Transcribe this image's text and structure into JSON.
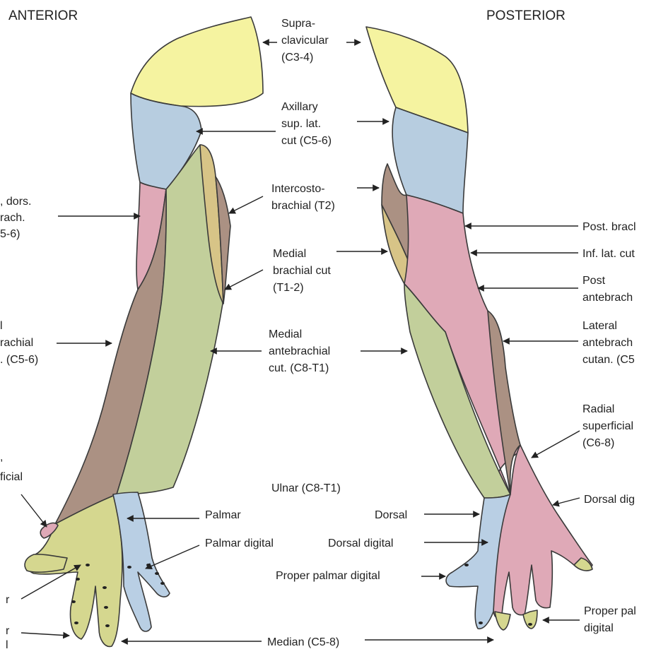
{
  "headings": {
    "anterior": "ANTERIOR",
    "posterior": "POSTERIOR"
  },
  "center_labels": {
    "supraclavicular": [
      "Supra-",
      "clavicular",
      "(C3-4)"
    ],
    "axillary": [
      "Axillary",
      "sup. lat.",
      "cut (C5-6)"
    ],
    "intercostobrachial": [
      "Intercosto-",
      "brachial (T2)"
    ],
    "medial_brachial": [
      "Medial",
      "brachial cut",
      "(T1-2)"
    ],
    "medial_antebrachial": [
      "Medial",
      "antebrachial",
      "cut. (C8-T1)"
    ],
    "ulnar": "Ulnar (C8-T1)",
    "palmar": "Palmar",
    "dorsal": "Dorsal",
    "palmar_digital": "Palmar digital",
    "dorsal_digital": "Dorsal digital",
    "proper_palmar_digital": "Proper palmar digital",
    "median": "Median (C5-8)"
  },
  "left_labels": {
    "radial_dors_brach": [
      ", dors.",
      "rach.",
      "5-6)"
    ],
    "lateral_antebrachial": [
      "l",
      "rachial",
      ". (C5-6)"
    ],
    "radial_superficial": [
      ",",
      "ficial"
    ],
    "median_r": "r",
    "median_rl": [
      "r",
      "l"
    ]
  },
  "right_labels": {
    "post_brachial": "Post. bracl",
    "inf_lat_cut": "Inf. lat. cut",
    "post_antebrachial": [
      "Post",
      "antebrach"
    ],
    "lateral_antebrachial": [
      "Lateral",
      "antebrach",
      "cutan. (C5"
    ],
    "radial_superficial": [
      "Radial",
      "superficial",
      "(C6-8)"
    ],
    "dorsal_digital": "Dorsal dig",
    "proper_palmar_digital": [
      "Proper pal",
      "digital"
    ]
  },
  "colors": {
    "supraclavicular": "#f5f3a0",
    "axillary": "#b7cde0",
    "radial": "#dfa9b7",
    "lateral_antebrachial": "#ab9183",
    "medial": "#c2cf9b",
    "intercostobrachial": "#d7c487",
    "median": "#d5d78f",
    "ulnar": "#b9cfe4"
  }
}
